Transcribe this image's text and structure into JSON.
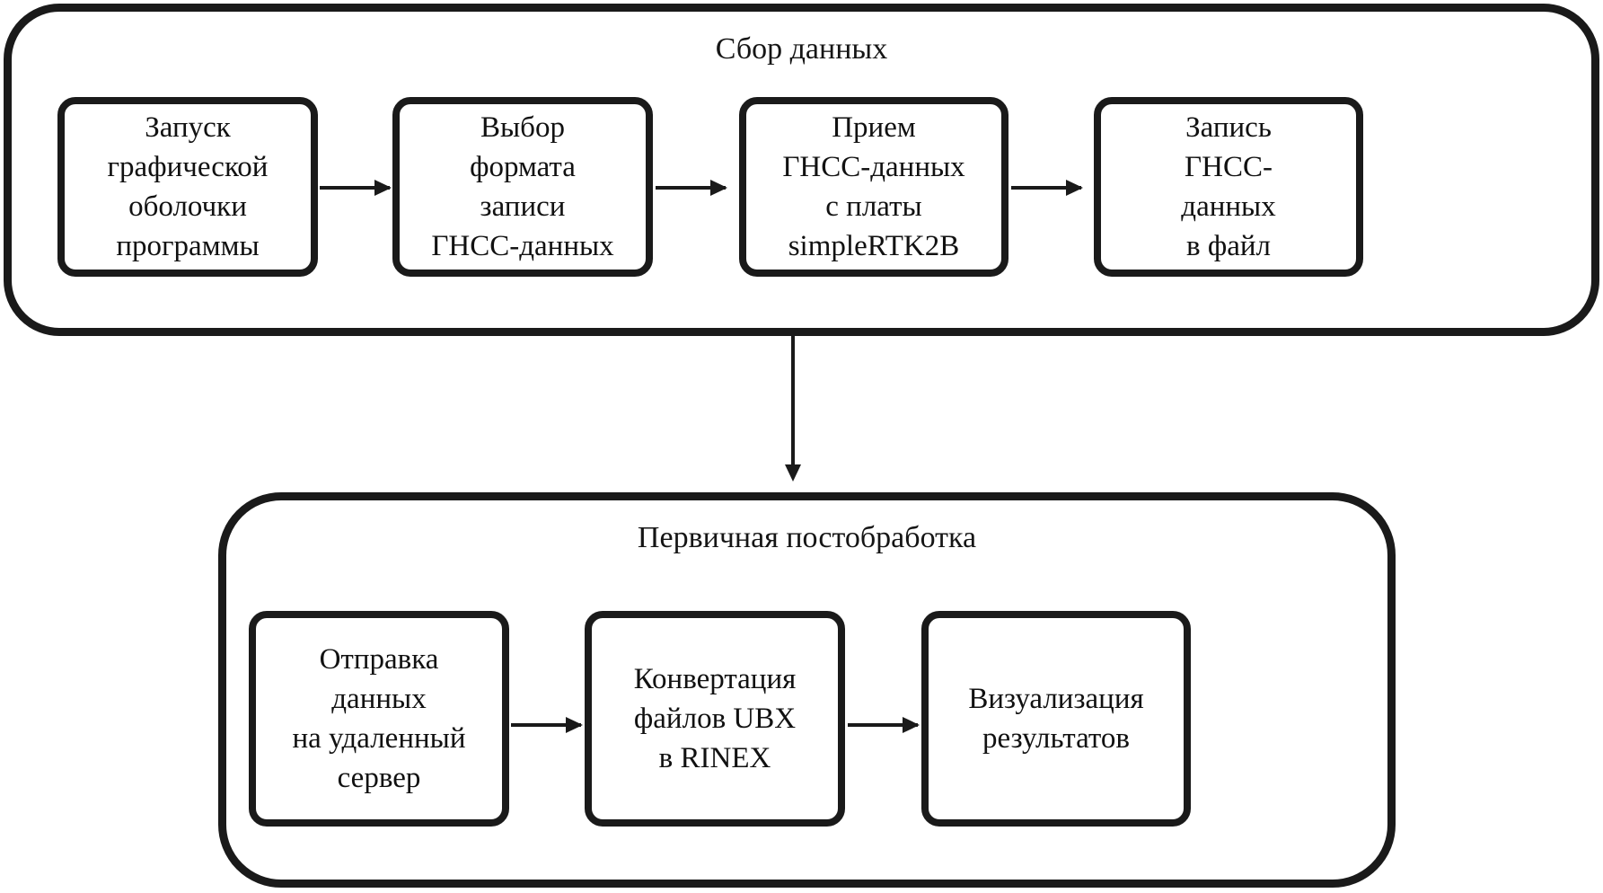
{
  "diagram": {
    "title_collection": "Сбор данных",
    "title_postprocessing": "Первичная постобработка",
    "groups": [
      {
        "id": "data-collection",
        "label": "Сбор данных",
        "steps": [
          {
            "id": "step-launch-gui",
            "lines": [
              "Запуск",
              "графической",
              "оболочки",
              "программы"
            ]
          },
          {
            "id": "step-select-format",
            "lines": [
              "Выбор",
              "формата",
              "записи",
              "ГНСС-данных"
            ]
          },
          {
            "id": "step-receive-gnss",
            "lines": [
              "Прием",
              "ГНСС-данных",
              "с платы",
              "simpleRTK2B"
            ]
          },
          {
            "id": "step-write-file",
            "lines": [
              "Запись",
              "ГНСС-",
              "данных",
              "в файл"
            ]
          }
        ]
      },
      {
        "id": "primary-postprocessing",
        "label": "Первичная постобработка",
        "steps": [
          {
            "id": "step-send-remote",
            "lines": [
              "Отправка",
              "данных",
              "на удаленный",
              "сервер"
            ]
          },
          {
            "id": "step-convert-ubx",
            "lines": [
              "Конвертация",
              "файлов UBX",
              "в RINEX"
            ]
          },
          {
            "id": "step-visualize",
            "lines": [
              "Визуализация",
              "результатов"
            ]
          }
        ]
      }
    ],
    "connectors": [
      {
        "id": "arrow-launch-to-format",
        "from": "step-launch-gui",
        "to": "step-select-format",
        "direction": "right"
      },
      {
        "id": "arrow-format-to-receive",
        "from": "step-select-format",
        "to": "step-receive-gnss",
        "direction": "right"
      },
      {
        "id": "arrow-receive-to-write",
        "from": "step-receive-gnss",
        "to": "step-write-file",
        "direction": "right"
      },
      {
        "id": "arrow-collection-to-post",
        "from": "data-collection",
        "to": "primary-postprocessing",
        "direction": "down"
      },
      {
        "id": "arrow-send-to-convert",
        "from": "step-send-remote",
        "to": "step-convert-ubx",
        "direction": "right"
      },
      {
        "id": "arrow-convert-to-visual",
        "from": "step-convert-ubx",
        "to": "step-visualize",
        "direction": "right"
      }
    ],
    "colors": {
      "stroke": "#1a1a1a",
      "fill": "#ffffff",
      "text": "#111111"
    }
  }
}
